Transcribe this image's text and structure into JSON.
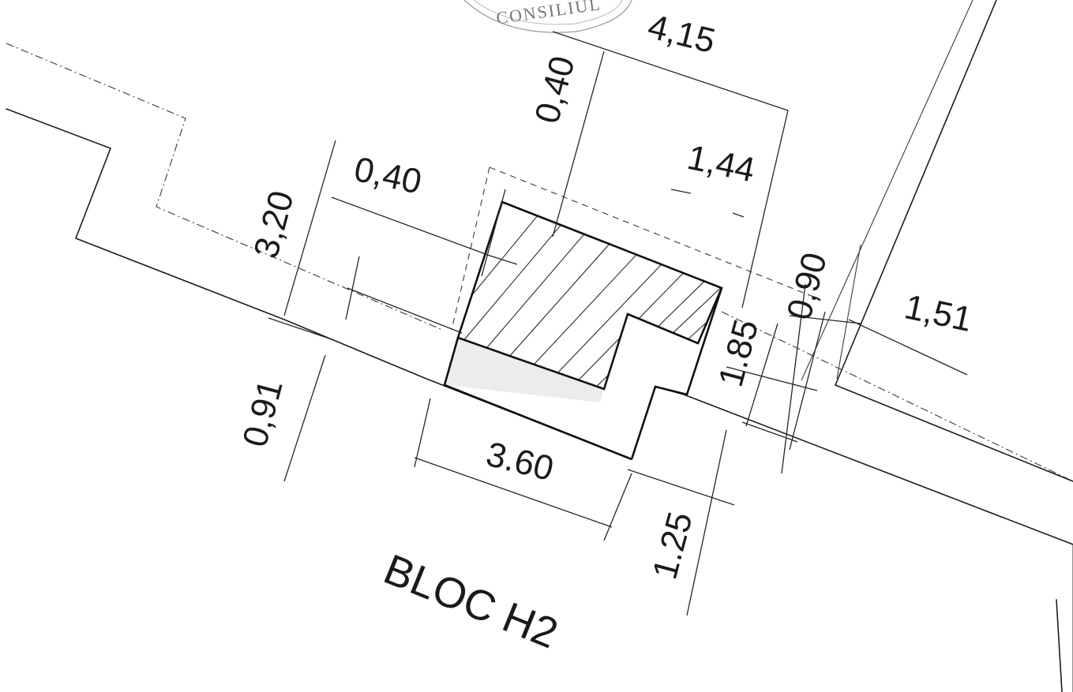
{
  "drawing": {
    "block_label": "BLOC H2",
    "stamp_text": "CONSILIUL",
    "ink_color": "#1c1c1c",
    "paper_color": "#ffffff"
  },
  "dimensions": [
    {
      "id": "d-4-15",
      "text": "4,15"
    },
    {
      "id": "d-0-40-vertical",
      "text": "0,40"
    },
    {
      "id": "d-1-44",
      "text": "1,44"
    },
    {
      "id": "d-0-40-horizontal",
      "text": "0,40"
    },
    {
      "id": "d-3-20",
      "text": "3,20"
    },
    {
      "id": "d-0-90",
      "text": "0,90"
    },
    {
      "id": "d-1-51",
      "text": "1,51"
    },
    {
      "id": "d-1-85",
      "text": "1.85"
    },
    {
      "id": "d-0-91",
      "text": "0,91"
    },
    {
      "id": "d-3-60",
      "text": "3.60"
    },
    {
      "id": "d-1-25",
      "text": "1.25"
    }
  ]
}
